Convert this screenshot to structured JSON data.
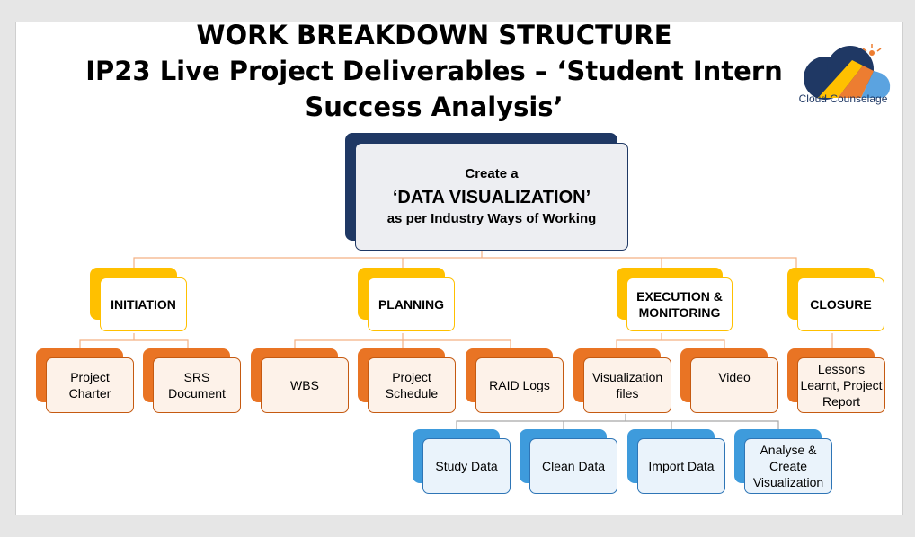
{
  "title": {
    "line1": "WORK BREAKDOWN STRUCTURE",
    "line2": "IP23 Live Project Deliverables – ‘Student Intern",
    "line3": "Success Analysis’"
  },
  "logo": {
    "text": "Cloud Counselage"
  },
  "root": {
    "line1": "Create a",
    "line2": "‘DATA VISUALIZATION’",
    "line3": "as per Industry Ways of Working"
  },
  "phases": [
    {
      "label": "INITIATION"
    },
    {
      "label": "PLANNING"
    },
    {
      "label": "EXECUTION & MONITORING"
    },
    {
      "label": "CLOSURE"
    }
  ],
  "deliverables": [
    {
      "label": "Project Charter"
    },
    {
      "label": "SRS Document"
    },
    {
      "label": "WBS"
    },
    {
      "label": "Project Schedule"
    },
    {
      "label": "RAID Logs"
    },
    {
      "label": "Visualization files"
    },
    {
      "label": "Video"
    },
    {
      "label": "Lessons Learnt, Project Report"
    }
  ],
  "subtasks": [
    {
      "label": "Study Data"
    },
    {
      "label": "Clean Data"
    },
    {
      "label": "Import Data"
    },
    {
      "label": "Analyse & Create Visualization"
    }
  ],
  "colors": {
    "root": "#1f3864",
    "phase": "#ffc000",
    "deliverable": "#e97424",
    "subtask": "#3e9bdc"
  }
}
